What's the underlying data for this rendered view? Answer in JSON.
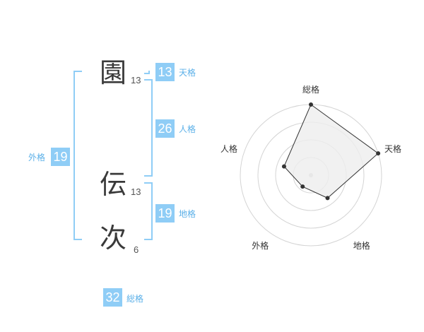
{
  "name": {
    "characters": [
      {
        "char": "園",
        "strokes": "13"
      },
      {
        "char": "伝",
        "strokes": "13"
      },
      {
        "char": "次",
        "strokes": "6"
      }
    ]
  },
  "fortune": {
    "tenkaku": {
      "value": "13",
      "label": "天格"
    },
    "jinkaku": {
      "value": "26",
      "label": "人格"
    },
    "chikaku": {
      "value": "19",
      "label": "地格"
    },
    "gaikaku": {
      "value": "19",
      "label": "外格"
    },
    "soukaku": {
      "value": "32",
      "label": "総格"
    }
  },
  "chart_data": {
    "type": "radar",
    "axes": [
      "総格",
      "天格",
      "地格",
      "外格",
      "人格"
    ],
    "values": [
      5,
      5,
      2,
      1,
      2
    ],
    "range": [
      0,
      5
    ],
    "rings": 4,
    "fill": "#eeeeee",
    "line_color": "#333333"
  }
}
